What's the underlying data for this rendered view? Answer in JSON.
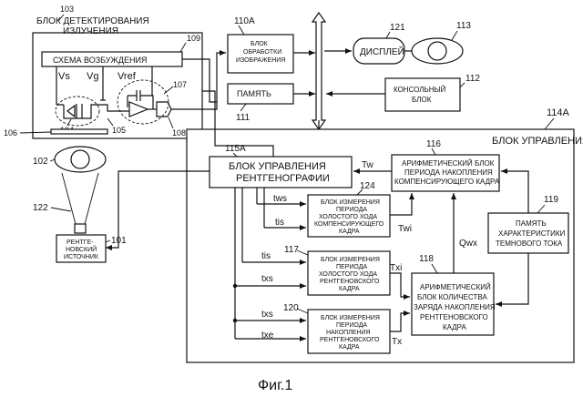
{
  "caption": "Фиг.1",
  "refs": {
    "r103": "103",
    "r109": "109",
    "r107": "107",
    "r104": "104",
    "r105": "105",
    "r106": "106",
    "r108": "108",
    "r110A": "110A",
    "r111": "111",
    "r121": "121",
    "r113": "113",
    "r112": "112",
    "r114A": "114A",
    "r102": "102",
    "r122": "122",
    "r101": "101",
    "r115A": "115A",
    "r116": "116",
    "r124": "124",
    "r117": "117",
    "r118": "118",
    "r119": "119",
    "r120": "120"
  },
  "detector": {
    "title_line1": "БЛОК ДЕТЕКТИРОВАНИЯ",
    "title_line2": "ИЗЛУЧЕНИЯ",
    "excitation": "СХЕМА ВОЗБУЖДЕНИЯ",
    "vs": "Vs",
    "vg": "Vg",
    "vref": "Vref"
  },
  "blocks": {
    "image_proc": [
      "БЛОК",
      "ОБРАБОТКИ",
      "ИЗОБРАЖЕНИЯ"
    ],
    "memory": "ПАМЯТЬ",
    "display": "ДИСПЛЕЙ",
    "console": [
      "КОНСОЛЬНЫЙ",
      "БЛОК"
    ],
    "control": "БЛОК УПРАВЛЕНИЯ",
    "xray_source": [
      "РЕНТГЕ-",
      "НОВСКИЙ",
      "ИСТОЧНИК"
    ],
    "xray_control": [
      "БЛОК УПРАВЛЕНИЯ",
      "РЕНТГЕНОГРАФИИ"
    ],
    "arith_comp_period": [
      "АРИФМЕТИЧЕСКИЙ БЛОК",
      "ПЕРИОДА НАКОПЛЕНИЯ",
      "КОМПЕНСИРУЮЩЕГО КАДРА"
    ],
    "meas_idle_comp": [
      "БЛОК ИЗМЕРЕНИЯ",
      "ПЕРИОДА",
      "ХОЛОСТОГО ХОДА",
      "КОМПЕНСИРУЮЩЕГО",
      "КАДРА"
    ],
    "meas_idle_xray": [
      "БЛОК ИЗМЕРЕНИЯ",
      "ПЕРИОДА",
      "ХОЛОСТОГО ХОДА",
      "РЕНТГЕНОВСКОГО",
      "КАДРА"
    ],
    "meas_acc_xray": [
      "БЛОК ИЗМЕРЕНИЯ",
      "ПЕРИОДА",
      "НАКОПЛЕНИЯ",
      "РЕНТГЕНОВСКОГО",
      "КАДРА"
    ],
    "arith_charge": [
      "АРИФМЕТИЧЕСКИЙ",
      "БЛОК КОЛИЧЕСТВА",
      "ЗАРЯДА НАКОПЛЕНИЯ",
      "РЕНТГЕНОВСКОГО",
      "КАДРА"
    ],
    "dark_memory": [
      "ПАМЯТЬ",
      "ХАРАКТЕРИСТИКИ",
      "ТЕМНОВОГО ТОКА"
    ]
  },
  "signals": {
    "tw": "Tw",
    "tws": "tws",
    "tis1": "tis",
    "twi": "Twi",
    "tis2": "tis",
    "txs1": "txs",
    "txi": "Txi",
    "qwx": "Qwx",
    "txs2": "txs",
    "txe": "txe",
    "tx": "Tx"
  }
}
